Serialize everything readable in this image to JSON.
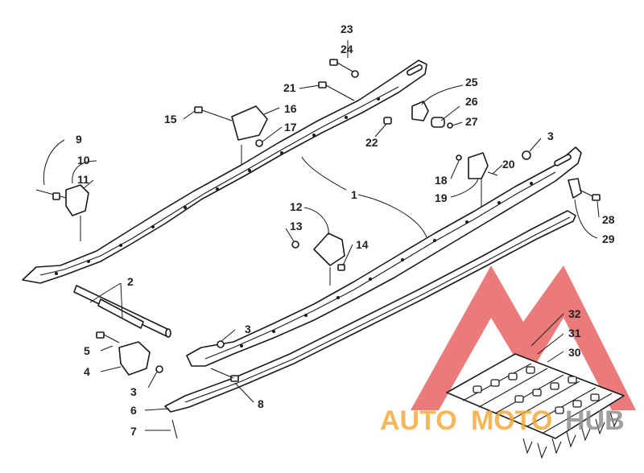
{
  "diagram": {
    "callouts": [
      {
        "id": "c1",
        "text": "1"
      },
      {
        "id": "c2",
        "text": "2"
      },
      {
        "id": "c3a",
        "text": "3"
      },
      {
        "id": "c3b",
        "text": "3"
      },
      {
        "id": "c3c",
        "text": "3"
      },
      {
        "id": "c4",
        "text": "4"
      },
      {
        "id": "c5",
        "text": "5"
      },
      {
        "id": "c6",
        "text": "6"
      },
      {
        "id": "c7",
        "text": "7"
      },
      {
        "id": "c8",
        "text": "8"
      },
      {
        "id": "c9",
        "text": "9"
      },
      {
        "id": "c10",
        "text": "10"
      },
      {
        "id": "c11",
        "text": "11"
      },
      {
        "id": "c12",
        "text": "12"
      },
      {
        "id": "c13",
        "text": "13"
      },
      {
        "id": "c14",
        "text": "14"
      },
      {
        "id": "c15",
        "text": "15"
      },
      {
        "id": "c16",
        "text": "16"
      },
      {
        "id": "c17",
        "text": "17"
      },
      {
        "id": "c18",
        "text": "18"
      },
      {
        "id": "c19",
        "text": "19"
      },
      {
        "id": "c20",
        "text": "20"
      },
      {
        "id": "c21",
        "text": "21"
      },
      {
        "id": "c22",
        "text": "22"
      },
      {
        "id": "c23",
        "text": "23"
      },
      {
        "id": "c24",
        "text": "24"
      },
      {
        "id": "c25",
        "text": "25"
      },
      {
        "id": "c26",
        "text": "26"
      },
      {
        "id": "c27",
        "text": "27"
      },
      {
        "id": "c28",
        "text": "28"
      },
      {
        "id": "c29",
        "text": "29"
      },
      {
        "id": "c30",
        "text": "30"
      },
      {
        "id": "c31",
        "text": "31"
      },
      {
        "id": "c32",
        "text": "32"
      }
    ]
  },
  "watermark": {
    "word_part1": "AUTO",
    "word_part2": "MOTO",
    "word_part3": "HUB",
    "colors": {
      "red": "#e0302f",
      "orange": "#f4a531",
      "gray": "#8a8a8a"
    }
  }
}
